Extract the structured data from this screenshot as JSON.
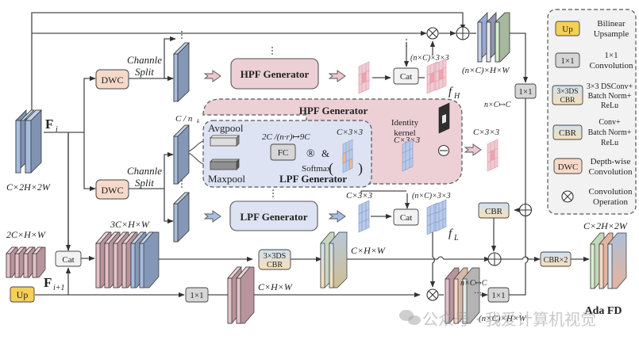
{
  "title": "Ada FD",
  "inputs": {
    "fi_label": "F",
    "fi_sub": "i",
    "fi_dims": "C×2H×2W",
    "fi1_label": "F",
    "fi1_sub": "i+1",
    "fi1_dims": "2C×H×W"
  },
  "blocks": {
    "dwc": "DWC",
    "channel_split_1": "Channle",
    "channel_split_2": "Split",
    "hpf_generator": "HPF Generator",
    "lpf_generator": "LPF Generator",
    "cat": "Cat",
    "up": "Up",
    "conv1x1": "1×1",
    "ds_cbr_1": "3×3DS",
    "ds_cbr_2": "CBR",
    "cbr": "CBR",
    "cbr_x2": "CBR×2",
    "fc": "FC",
    "avgpool": "Avgpool",
    "maxpool": "Maxpool",
    "identity_kernel_1": "Identity",
    "identity_kernel_2": "kernel",
    "softmax": "Softmax",
    "reshape_symbol": "®",
    "amp": "&"
  },
  "labels": {
    "c_over_nk": "C / n",
    "c_over_nk_sub": "k",
    "fc_mapping": "2C  /(n·r)↦9C",
    "c33": "C×3×3",
    "nkc33": "(n×C)×3×3",
    "nkchw": "(n×C)×H×W",
    "nkc_to_c": "n×C↦C",
    "three_c_hw": "3C×H×W",
    "chw": "C×H×W",
    "c2h2w": "C×2H×2W",
    "fh_label": "f",
    "fh_sub": "H",
    "fl_label": "f",
    "fl_sub": "L"
  },
  "legend": {
    "items": [
      {
        "key": "Up",
        "desc1": "Bilinear",
        "desc2": "Upsample",
        "desc3": ""
      },
      {
        "key": "1×1",
        "desc1": "1×1",
        "desc2": "Convolution",
        "desc3": ""
      },
      {
        "key": "3×3DS CBR",
        "key1": "3×3DS",
        "key2": "CBR",
        "desc1": "3×3 DSConv+",
        "desc2": "Batch Norm+",
        "desc3": "ReLu"
      },
      {
        "key": "CBR",
        "desc1": "Conv+",
        "desc2": "Batch Norm+",
        "desc3": "ReLu"
      },
      {
        "key": "DWC",
        "desc1": "Depth-wise",
        "desc2": "Convolution",
        "desc3": ""
      },
      {
        "key": "⊛",
        "desc1": "Convolution",
        "desc2": "Operation",
        "desc3": ""
      }
    ]
  },
  "watermark": "公众号 · 我爱计算机视觉",
  "colors": {
    "blue_feature": "#8fa6c8",
    "pink_feature": "#c9a6ad",
    "hpf_fill": "#ecd0d6",
    "lpf_fill": "#dde3f2",
    "dwc_fill": "#f6d9c8",
    "up_fill": "#f6cf55",
    "gray_box": "#d6d6d6"
  }
}
